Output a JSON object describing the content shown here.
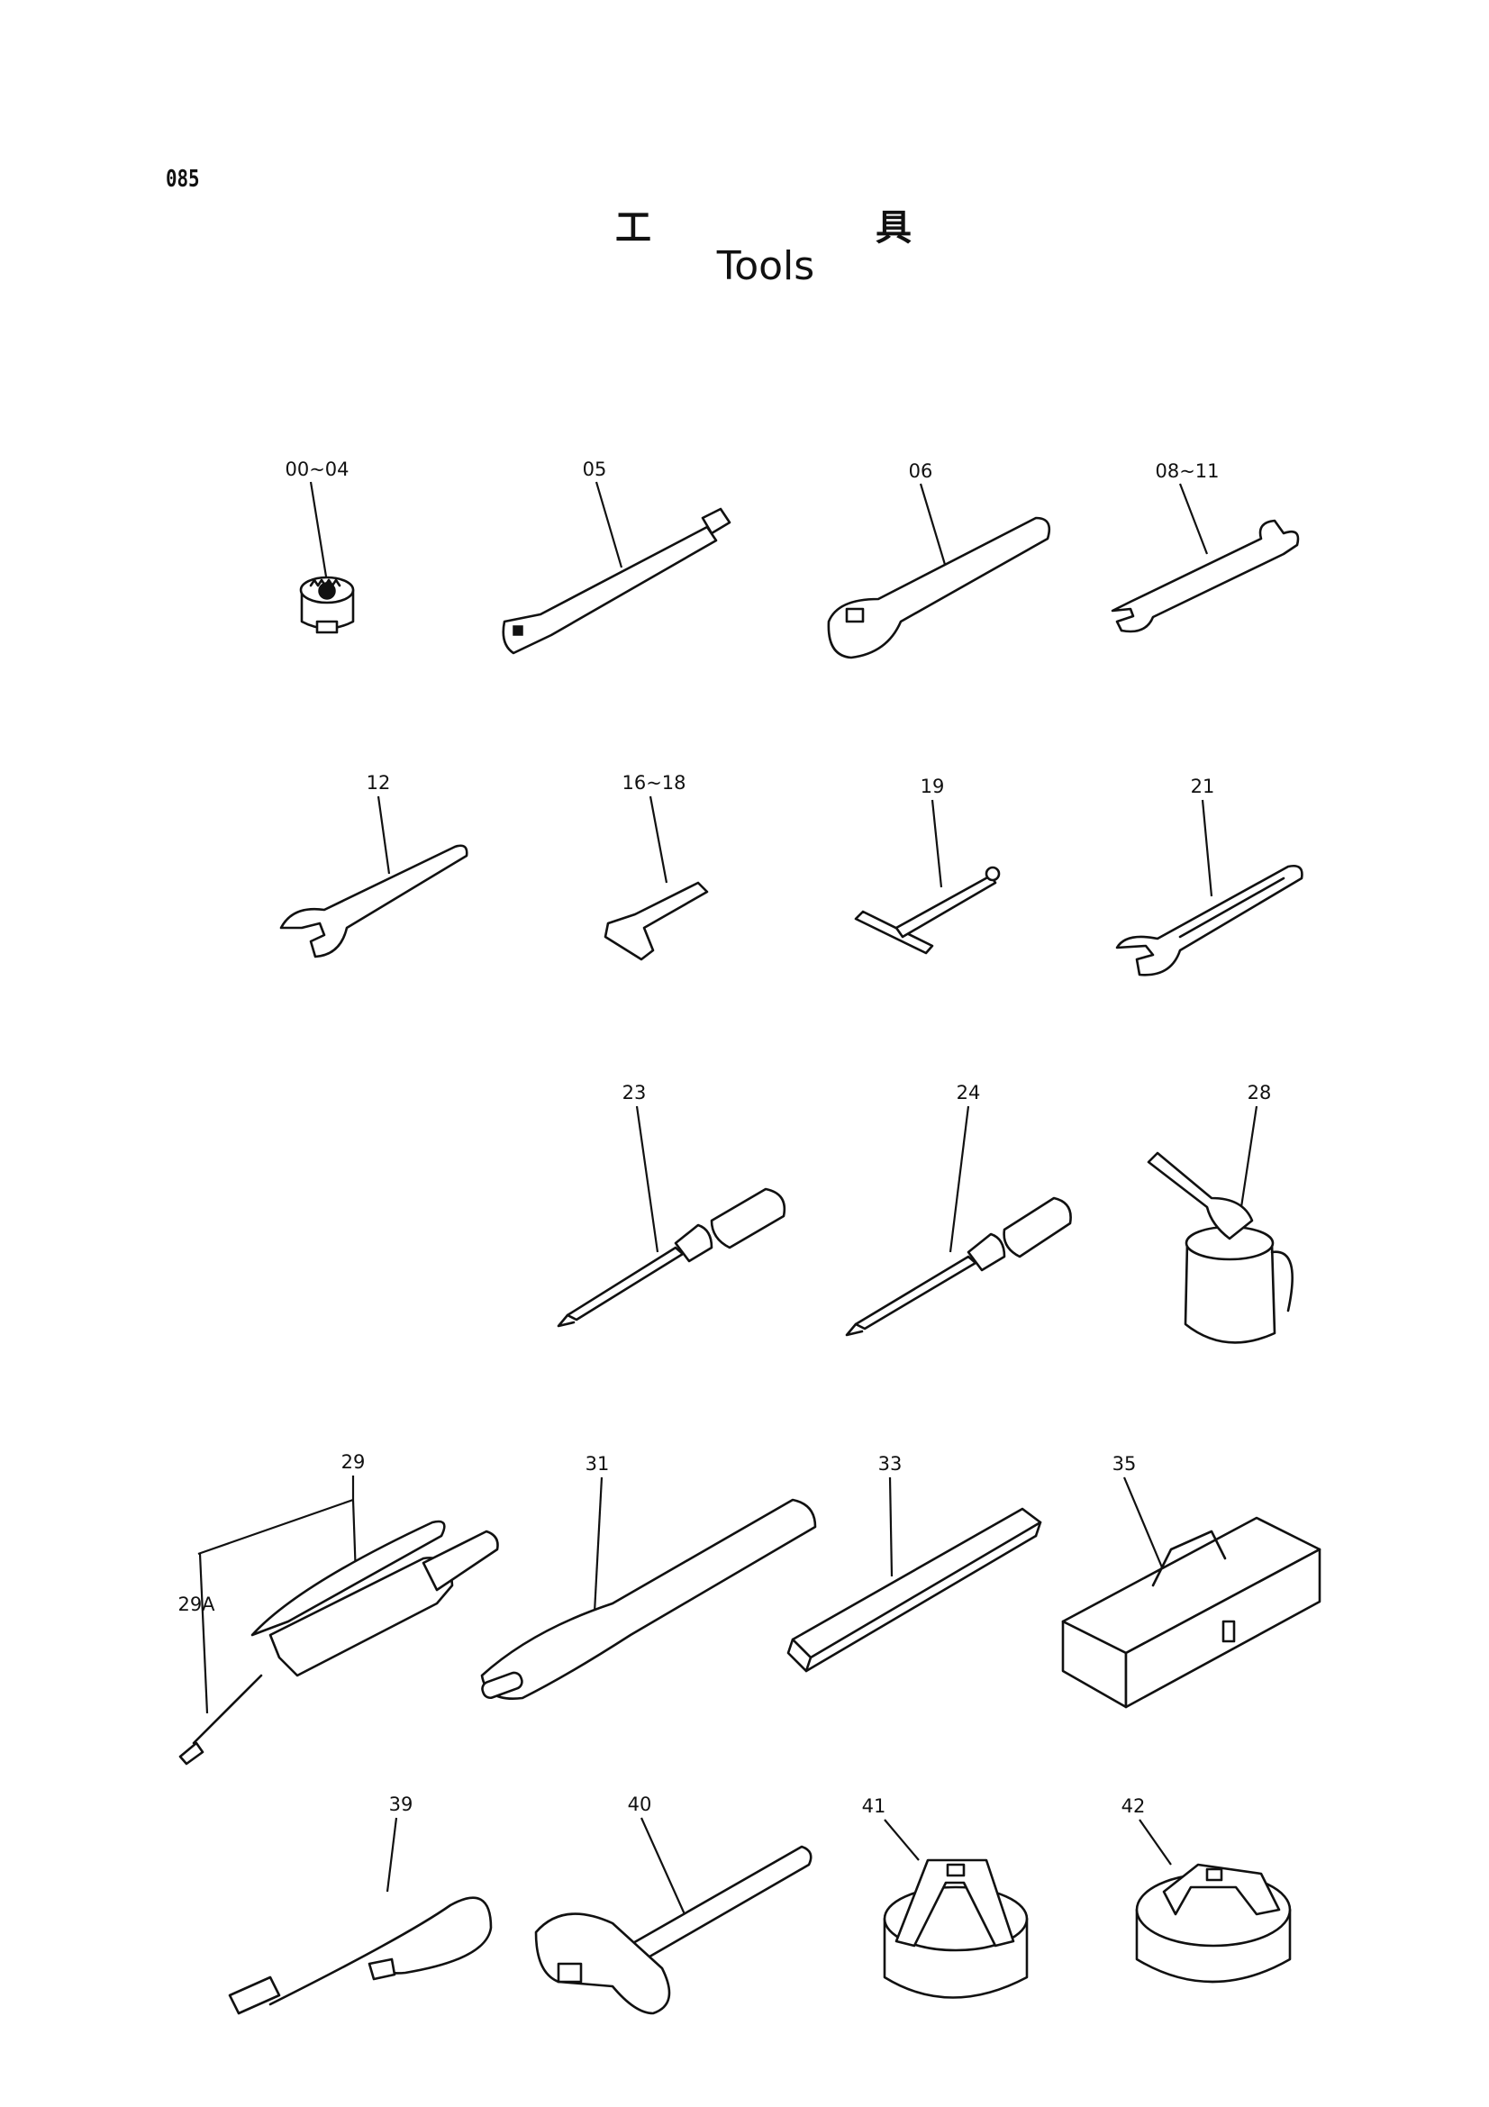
{
  "page": {
    "number": "085",
    "title_jp_1": "工",
    "title_jp_2": "具",
    "title_en": "Tools"
  },
  "parts": [
    {
      "id": "p0004",
      "label": "00~04",
      "icon": "socket-icon"
    },
    {
      "id": "p05",
      "label": "05",
      "icon": "extension-bar-icon"
    },
    {
      "id": "p06",
      "label": "06",
      "icon": "ratchet-handle-icon"
    },
    {
      "id": "p0811",
      "label": "08~11",
      "icon": "double-open-wrench-icon"
    },
    {
      "id": "p12",
      "label": "12",
      "icon": "single-open-wrench-icon"
    },
    {
      "id": "p1618",
      "label": "16~18",
      "icon": "hex-key-icon"
    },
    {
      "id": "p19",
      "label": "19",
      "icon": "t-handle-icon"
    },
    {
      "id": "p21",
      "label": "21",
      "icon": "adjustable-wrench-icon"
    },
    {
      "id": "p23",
      "label": "23",
      "icon": "screwdriver-icon"
    },
    {
      "id": "p24",
      "label": "24",
      "icon": "screwdriver-icon"
    },
    {
      "id": "p28",
      "label": "28",
      "icon": "oil-can-icon"
    },
    {
      "id": "p29",
      "label": "29",
      "icon": "grease-gun-icon"
    },
    {
      "id": "p29a",
      "label": "29A",
      "icon": "grease-nozzle-icon"
    },
    {
      "id": "p31",
      "label": "31",
      "icon": "pipe-handle-icon"
    },
    {
      "id": "p33",
      "label": "33",
      "icon": "bar-icon"
    },
    {
      "id": "p35",
      "label": "35",
      "icon": "tool-box-icon"
    },
    {
      "id": "p39",
      "label": "39",
      "icon": "hose-icon"
    },
    {
      "id": "p40",
      "label": "40",
      "icon": "hammer-icon"
    },
    {
      "id": "p41",
      "label": "41",
      "icon": "filter-wrench-icon"
    },
    {
      "id": "p42",
      "label": "42",
      "icon": "filter-wrench-icon"
    }
  ]
}
